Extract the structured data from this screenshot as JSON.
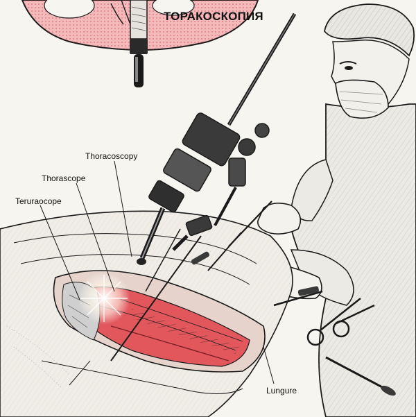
{
  "title": "ТОРАКОСКОПИЯ",
  "labels": {
    "thoracoscopy": "Thoracoscopy",
    "thorascope": "Thorascope",
    "teruraocope": "Teruraocope",
    "lungure": "Lungure"
  },
  "colors": {
    "background": "#f7f5ef",
    "tissue_red": "#d9383f",
    "tissue_pink": "#f2a9ab",
    "ink": "#1a1a1a"
  }
}
